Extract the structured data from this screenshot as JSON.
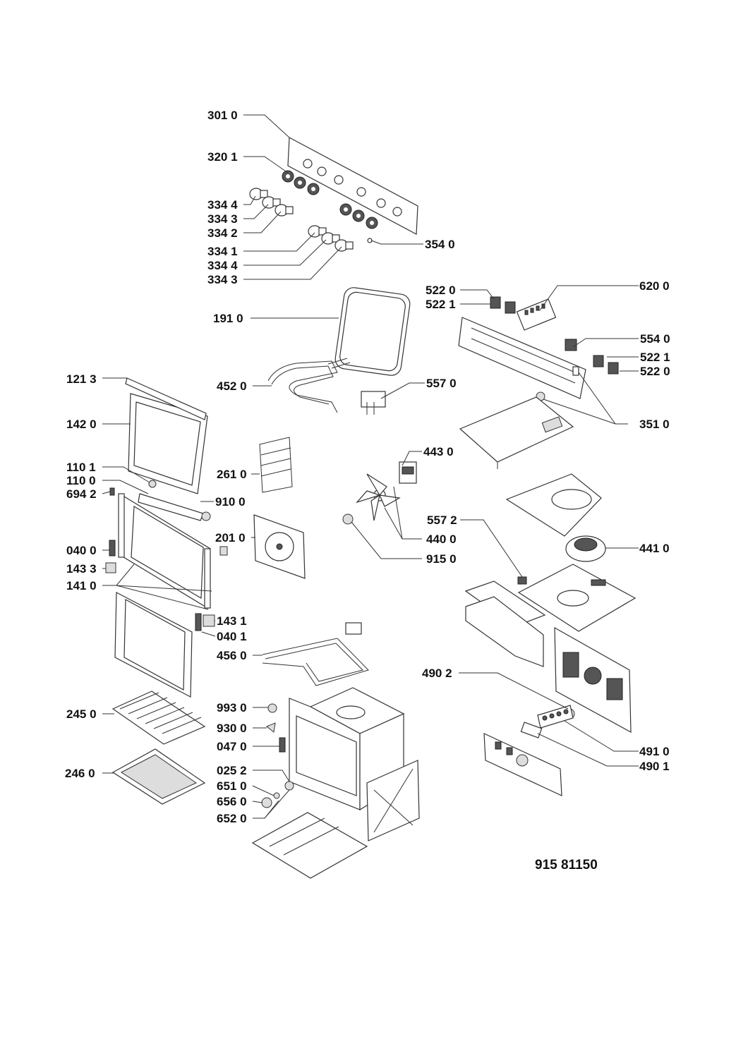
{
  "document_number": "915 81150",
  "parts": [
    {
      "id": "p3010",
      "label": "301 0"
    },
    {
      "id": "p3201",
      "label": "320 1"
    },
    {
      "id": "p3344a",
      "label": "334 4"
    },
    {
      "id": "p3343a",
      "label": "334 3"
    },
    {
      "id": "p3342",
      "label": "334 2"
    },
    {
      "id": "p3341",
      "label": "334 1"
    },
    {
      "id": "p3344b",
      "label": "334 4"
    },
    {
      "id": "p3343b",
      "label": "334 3"
    },
    {
      "id": "p3540",
      "label": "354 0"
    },
    {
      "id": "p5220a",
      "label": "522 0"
    },
    {
      "id": "p5221a",
      "label": "522 1"
    },
    {
      "id": "p6200",
      "label": "620 0"
    },
    {
      "id": "p1910",
      "label": "191 0"
    },
    {
      "id": "p5540",
      "label": "554 0"
    },
    {
      "id": "p5221b",
      "label": "522 1"
    },
    {
      "id": "p5220b",
      "label": "522 0"
    },
    {
      "id": "p1213",
      "label": "121 3"
    },
    {
      "id": "p4520",
      "label": "452 0"
    },
    {
      "id": "p5570",
      "label": "557 0"
    },
    {
      "id": "p1420",
      "label": "142 0"
    },
    {
      "id": "p3510",
      "label": "351 0"
    },
    {
      "id": "p4430",
      "label": "443 0"
    },
    {
      "id": "p1101",
      "label": "110 1"
    },
    {
      "id": "p2610",
      "label": "261 0"
    },
    {
      "id": "p1100",
      "label": "110 0"
    },
    {
      "id": "p6942",
      "label": "694 2"
    },
    {
      "id": "p9100",
      "label": "910 0"
    },
    {
      "id": "p5572",
      "label": "557 2"
    },
    {
      "id": "p2010",
      "label": "201 0"
    },
    {
      "id": "p4400",
      "label": "440 0"
    },
    {
      "id": "p0400",
      "label": "040 0"
    },
    {
      "id": "p4410",
      "label": "441 0"
    },
    {
      "id": "p9150",
      "label": "915 0"
    },
    {
      "id": "p1433",
      "label": "143 3"
    },
    {
      "id": "p1410",
      "label": "141 0"
    },
    {
      "id": "p1431",
      "label": "143 1"
    },
    {
      "id": "p0401",
      "label": "040 1"
    },
    {
      "id": "p4560",
      "label": "456 0"
    },
    {
      "id": "p4902",
      "label": "490 2"
    },
    {
      "id": "p9930",
      "label": "993 0"
    },
    {
      "id": "p2450",
      "label": "245 0"
    },
    {
      "id": "p9300",
      "label": "930 0"
    },
    {
      "id": "p0470",
      "label": "047 0"
    },
    {
      "id": "p4910",
      "label": "491 0"
    },
    {
      "id": "p4901",
      "label": "490 1"
    },
    {
      "id": "p0252",
      "label": "025 2"
    },
    {
      "id": "p2460",
      "label": "246 0"
    },
    {
      "id": "p6510",
      "label": "651 0"
    },
    {
      "id": "p6560",
      "label": "656 0"
    },
    {
      "id": "p6520",
      "label": "652 0"
    }
  ]
}
